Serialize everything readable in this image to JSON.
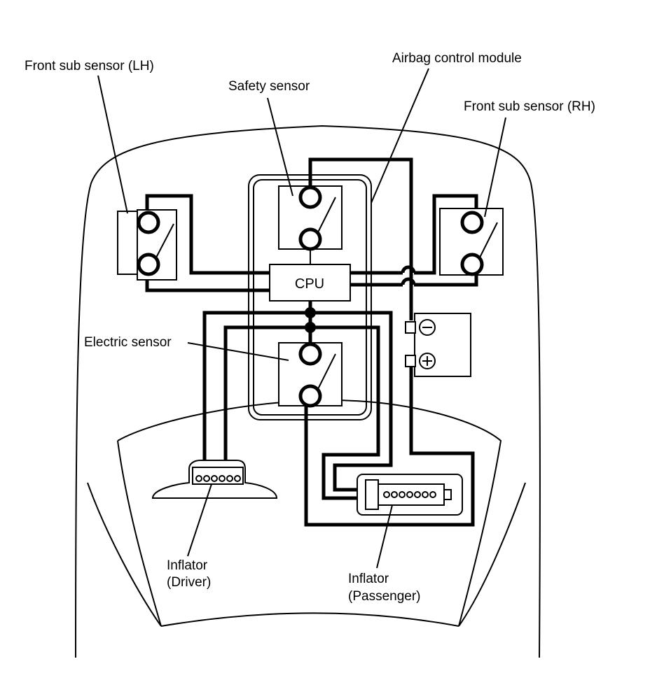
{
  "labels": {
    "front_sub_sensor_lh": "Front sub sensor (LH)",
    "safety_sensor": "Safety sensor",
    "airbag_control_module": "Airbag control module",
    "front_sub_sensor_rh": "Front sub sensor (RH)",
    "cpu": "CPU",
    "electric_sensor": "Electric sensor",
    "inflator_driver_line1": "Inflator",
    "inflator_driver_line2": "(Driver)",
    "inflator_passenger_line1": "Inflator",
    "inflator_passenger_line2": "(Passenger)"
  },
  "colors": {
    "line": "#000000",
    "background": "#ffffff"
  }
}
